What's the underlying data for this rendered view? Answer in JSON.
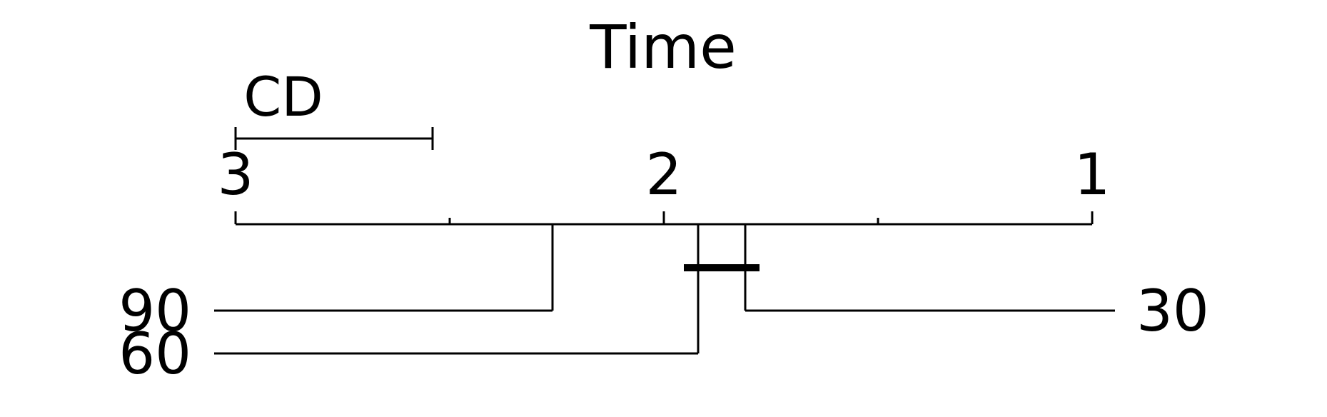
{
  "chart_data": {
    "type": "critical-difference-diagram",
    "title": "Time",
    "axis": {
      "min": 1,
      "max": 3,
      "reversed": true,
      "tick_labels": [
        "3",
        "2",
        "1"
      ],
      "major_ticks": [
        3,
        2,
        1
      ],
      "minor_ticks": [
        2.5,
        1.5
      ]
    },
    "cd": {
      "label": "CD",
      "value": 0.46
    },
    "methods": [
      {
        "name": "90",
        "avg_rank": 2.26,
        "side": "left"
      },
      {
        "name": "60",
        "avg_rank": 1.92,
        "side": "left"
      },
      {
        "name": "30",
        "avg_rank": 1.81,
        "side": "right"
      }
    ],
    "cliques": [
      {
        "from": 1.92,
        "to": 1.81
      }
    ]
  }
}
